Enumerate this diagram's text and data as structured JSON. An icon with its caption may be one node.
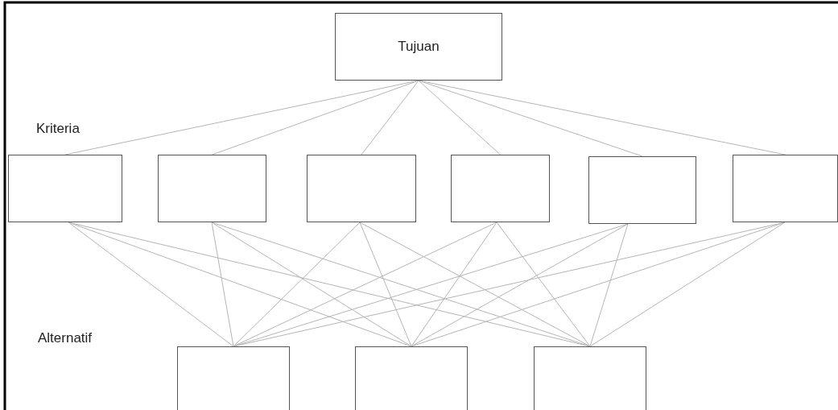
{
  "diagram": {
    "nodes": [
      {
        "text": [
          "Tujuan"
        ]
      },
      {
        "text": [],
        "shape": "box"
      },
      {
        "text": [],
        "shape": "box"
      },
      {
        "text": [],
        "shape": "box"
      },
      {
        "text": [],
        "shape": "box"
      },
      {
        "text": [],
        "shape": "box"
      },
      {
        "text": [],
        "shape": "box"
      },
      {
        "text": [],
        "shape": "box"
      },
      {
        "text": [],
        "shape": "box"
      },
      {
        "text": [],
        "shape": "box"
      }
    ],
    "edges": [
      {
        "from": 0,
        "to": 1,
        "arrow": "none"
      },
      {
        "from": 0,
        "to": 2,
        "arrow": "none"
      },
      {
        "from": 0,
        "to": 3,
        "arrow": "none"
      },
      {
        "from": 0,
        "to": 4,
        "arrow": "none"
      },
      {
        "from": 0,
        "to": 5,
        "arrow": "none"
      },
      {
        "from": 0,
        "to": 6,
        "arrow": "none"
      },
      {
        "from": 1,
        "to": 7,
        "arrow": "none"
      },
      {
        "from": 1,
        "to": 8,
        "arrow": "none"
      },
      {
        "from": 1,
        "to": 9,
        "arrow": "none"
      },
      {
        "from": 2,
        "to": 7,
        "arrow": "none"
      },
      {
        "from": 2,
        "to": 8,
        "arrow": "none"
      },
      {
        "from": 2,
        "to": 9,
        "arrow": "none"
      },
      {
        "from": 3,
        "to": 7,
        "arrow": "none"
      },
      {
        "from": 3,
        "to": 8,
        "arrow": "none"
      },
      {
        "from": 3,
        "to": 9,
        "arrow": "none"
      },
      {
        "from": 4,
        "to": 7,
        "arrow": "none"
      },
      {
        "from": 4,
        "to": 8,
        "arrow": "none"
      },
      {
        "from": 4,
        "to": 9,
        "arrow": "none"
      },
      {
        "from": 5,
        "to": 7,
        "arrow": "none"
      },
      {
        "from": 5,
        "to": 8,
        "arrow": "none"
      },
      {
        "from": 5,
        "to": 9,
        "arrow": "none"
      },
      {
        "from": 6,
        "to": 7,
        "arrow": "none"
      },
      {
        "from": 6,
        "to": 8,
        "arrow": "none"
      },
      {
        "from": 6,
        "to": 9,
        "arrow": "none"
      }
    ],
    "labels": [
      "Kriteria",
      "Alternatif"
    ]
  }
}
